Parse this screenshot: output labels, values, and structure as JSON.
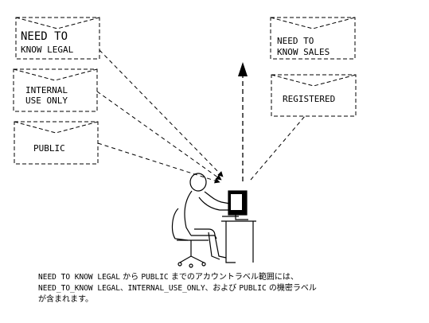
{
  "envelopes": {
    "need_to_know_legal": {
      "line1": "NEED TO",
      "line2": "KNOW LEGAL"
    },
    "internal_use_only": {
      "line1": "INTERNAL",
      "line2": "USE ONLY"
    },
    "public": {
      "line1": "PUBLIC"
    },
    "need_to_know_sales": {
      "line1": "NEED TO",
      "line2": "KNOW SALES"
    },
    "registered": {
      "line1": "REGISTERED"
    }
  },
  "caption": {
    "p1": "NEED TO KNOW LEGAL",
    "p2": " から ",
    "p3": "PUBLIC",
    "p4": " までのアカウントラベル範囲には、",
    "p5": "NEED_TO_KNOW LEGAL、INTERNAL_USE_ONLY、",
    "p6": "および ",
    "p7": "PUBLIC",
    "p8": " の機密ラベル",
    "p9": "が含まれます。"
  }
}
